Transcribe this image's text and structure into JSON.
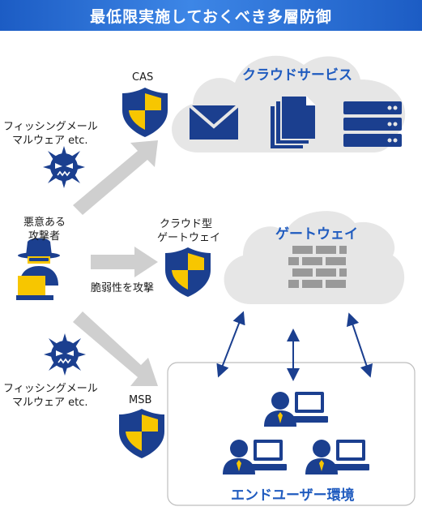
{
  "title": "最低限実施しておくべき多層防御",
  "threats": {
    "top_label_line1": "フィッシングメール",
    "top_label_line2": "マルウェア etc.",
    "attacker_line1": "悪意ある",
    "attacker_line2": "攻撃者",
    "vuln_label": "脆弱性を攻撃",
    "bottom_label_line1": "フィッシングメール",
    "bottom_label_line2": "マルウェア etc."
  },
  "defenses": {
    "cas": "CAS",
    "gateway_line1": "クラウド型",
    "gateway_line2": "ゲートウェイ",
    "msb": "MSB"
  },
  "zones": {
    "cloud_services": "クラウドサービス",
    "gateway": "ゲートウェイ",
    "end_user": "エンドユーザー環境"
  },
  "colors": {
    "navy": "#1b3f8f",
    "yellow": "#f7c600",
    "blue_text": "#1f5bbf",
    "arrow_grey": "#cfcfcf",
    "cloud_grey": "#e6e6e6"
  },
  "icons": [
    "shield-icon",
    "virus-icon",
    "hacker-icon",
    "envelope-icon",
    "documents-icon",
    "server-icon",
    "firewall-brick-icon",
    "user-pc-icon",
    "bidirectional-arrow-icon"
  ]
}
